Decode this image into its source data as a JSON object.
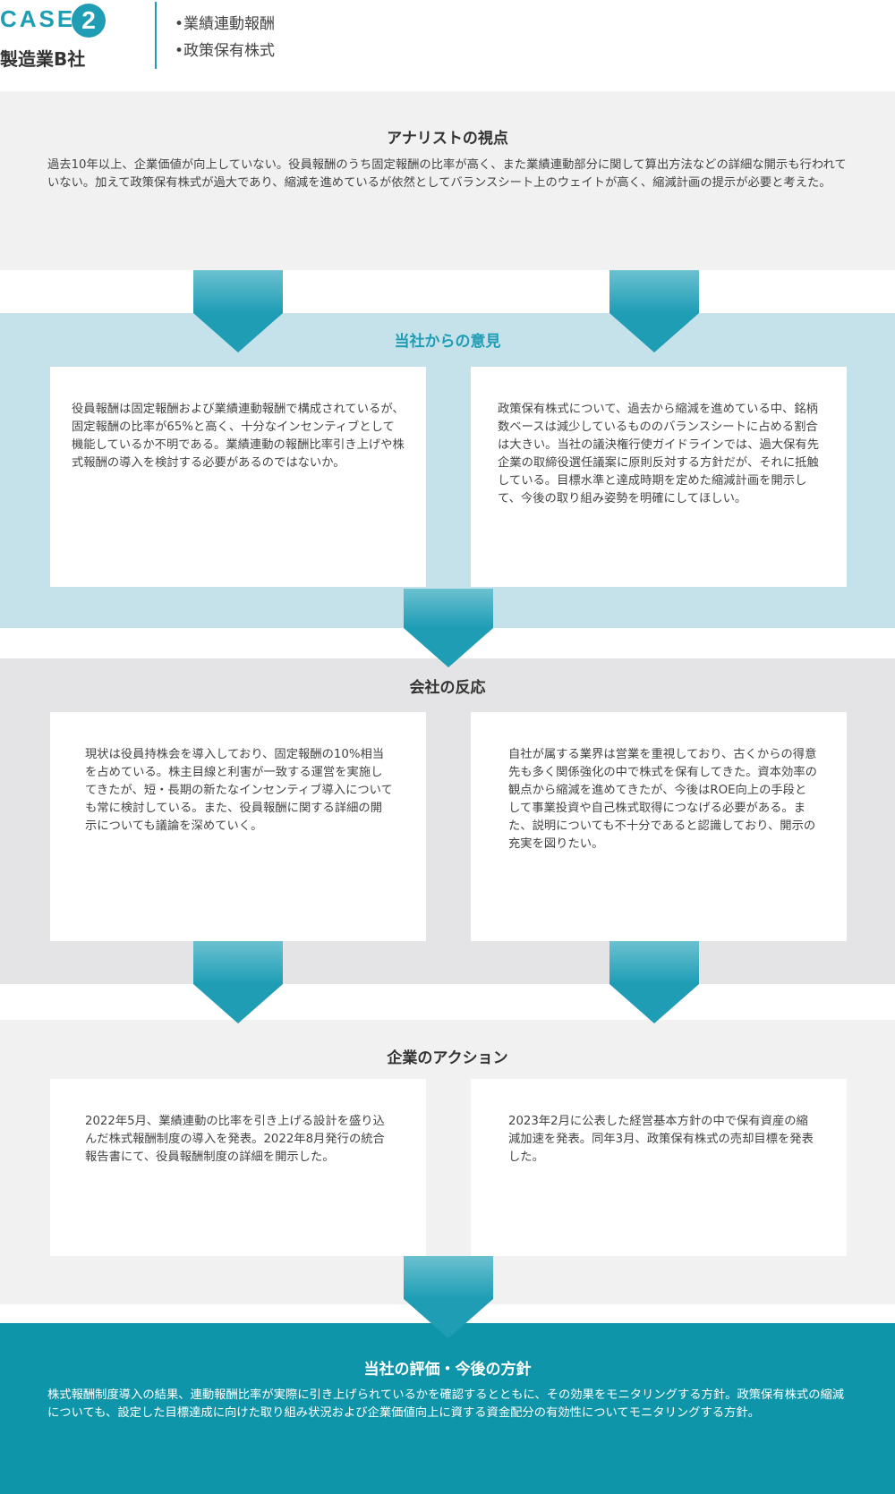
{
  "header": {
    "case_label": "CASE",
    "case_number": "2",
    "company": "製造業B社",
    "tags": [
      "•業績連動報酬",
      "•政策保有株式"
    ]
  },
  "analyst": {
    "title": "アナリストの視点",
    "text": "過去10年以上、企業価値が向上していない。役員報酬のうち固定報酬の比率が高く、また業績連動部分に関して算出方法などの詳細な開示も行われていない。加えて政策保有株式が過大であり、縮減を進めているが依然としてバランスシート上のウェイトが高く、縮減計画の提示が必要と考えた。"
  },
  "opinion": {
    "title": "当社からの意見",
    "left": "役員報酬は固定報酬および業績連動報酬で構成されているが、固定報酬の比率が65%と高く、十分なインセンティブとして機能しているか不明である。業績連動の報酬比率引き上げや株式報酬の導入を検討する必要があるのではないか。",
    "right": "政策保有株式について、過去から縮減を進めている中、銘柄数ベースは減少しているもののバランスシートに占める割合は大きい。当社の議決権行使ガイドラインでは、過大保有先企業の取締役選任議案に原則反対する方針だが、それに抵触している。目標水準と達成時期を定めた縮減計画を開示して、今後の取り組み姿勢を明確にしてほしい。"
  },
  "reaction": {
    "title": "会社の反応",
    "left": "現状は役員持株会を導入しており、固定報酬の10%相当を占めている。株主目線と利害が一致する運営を実施してきたが、短・長期の新たなインセンティブ導入についても常に検討している。また、役員報酬に関する詳細の開示についても議論を深めていく。",
    "right": "自社が属する業界は営業を重視しており、古くからの得意先も多く関係強化の中で株式を保有してきた。資本効率の観点から縮減を進めてきたが、今後はROE向上の手段として事業投資や自己株式取得につなげる必要がある。また、説明についても不十分であると認識しており、開示の充実を図りたい。"
  },
  "action": {
    "title": "企業のアクション",
    "left": "2022年5月、業績連動の比率を引き上げる設計を盛り込んだ株式報酬制度の導入を発表。2022年8月発行の統合報告書にて、役員報酬制度の詳細を開示した。",
    "right": "2023年2月に公表した経営基本方針の中で保有資産の縮減加速を発表。同年3月、政策保有株式の売却目標を発表した。"
  },
  "evaluation": {
    "title": "当社の評価・今後の方針",
    "text": "株式報酬制度導入の結果、連動報酬比率が実際に引き上げられているかを確認するとともに、その効果をモニタリングする方針。政策保有株式の縮減についても、設定した目標達成に向けた取り組み状況および企業価値向上に資する資金配分の有効性についてモニタリングする方針。"
  },
  "colors": {
    "accent": "#1e9db5",
    "opinion_band": "#c5e2ea",
    "reaction_band": "#e4e4e6",
    "light_band": "#f1f1f1",
    "evaluation_band": "#0f95aa"
  }
}
